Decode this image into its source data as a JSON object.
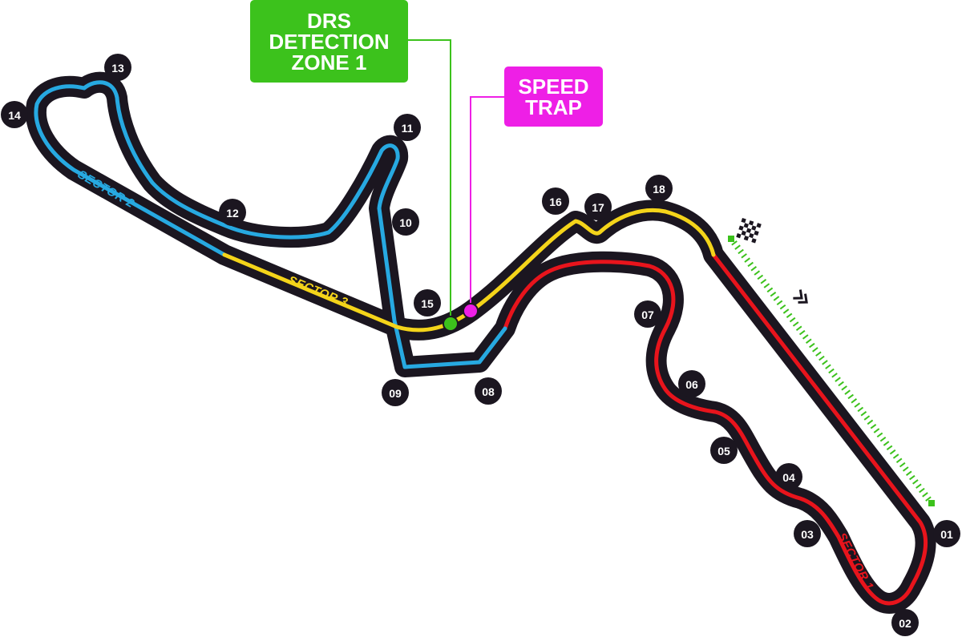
{
  "colors": {
    "track": "#1b1620",
    "sector_1": "#e8141c",
    "sector_2": "#27a9e1",
    "sector_3": "#f4d41a",
    "drs": "#3cc21c",
    "speed_trap": "#ee1fe6",
    "marker_bg": "#1b1620",
    "marker_text": "#ffffff"
  },
  "sectors": [
    {
      "label": "SECTOR 1"
    },
    {
      "label": "SECTOR 2"
    },
    {
      "label": "SECTOR 3"
    }
  ],
  "callouts": {
    "drs_lines": [
      "DRS",
      "DETECTION",
      "ZONE 1"
    ],
    "speed_trap_lines": [
      "SPEED",
      "TRAP"
    ]
  },
  "turns": [
    "01",
    "02",
    "03",
    "04",
    "05",
    "06",
    "07",
    "08",
    "09",
    "10",
    "11",
    "12",
    "13",
    "14",
    "15",
    "16",
    "17",
    "18"
  ],
  "icons": {
    "start_finish": "chequered-flag-icon",
    "direction": "double-chevron-icon",
    "drs_zone": "drs-zone-ticks"
  }
}
